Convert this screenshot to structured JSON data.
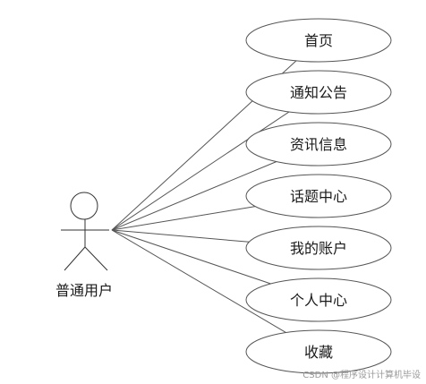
{
  "actor": {
    "label": "普通用户"
  },
  "use_cases": [
    {
      "label": "首页"
    },
    {
      "label": "通知公告"
    },
    {
      "label": "资讯信息"
    },
    {
      "label": "话题中心"
    },
    {
      "label": "我的账户"
    },
    {
      "label": "个人中心"
    },
    {
      "label": "收藏"
    }
  ],
  "watermark": "CSDN @程序设计计算机毕设"
}
